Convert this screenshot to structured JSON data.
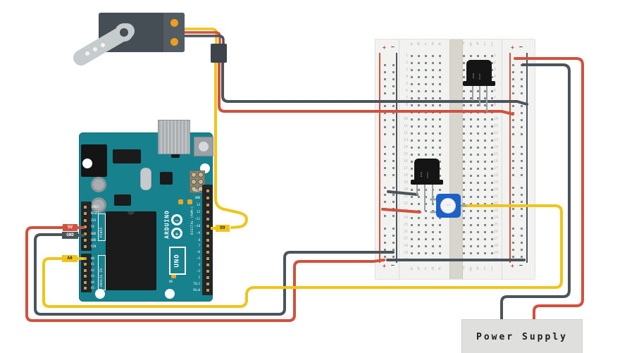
{
  "colors": {
    "wire_red": "#d0513e",
    "wire_dark": "#4a555b",
    "wire_yellow": "#efc51c",
    "board_teal": "#18818e",
    "pot_blue": "#1d60c6"
  },
  "tags": {
    "five_v": "5V",
    "gnd": "GND",
    "a0": "A0",
    "d9": "D9"
  },
  "arduino": {
    "logo": "ARDUINO",
    "model": "UNO",
    "on_led": "ON",
    "power_group_label": "POWER",
    "analog_group_label": "ANALOG IN",
    "digital_group_label": "DIGITAL (PWM~)",
    "power_pins": [
      "IOREF",
      "RESET",
      "3V3",
      "5V",
      "GND",
      "GND",
      "VIN"
    ],
    "analog_pins": [
      "A0",
      "A1",
      "A2",
      "A3",
      "A4",
      "A5"
    ],
    "digital_pins_top": [
      "AREF",
      "GND",
      "13",
      "12",
      "~11",
      "~10",
      "~9",
      "8"
    ],
    "digital_pins_bottom": [
      "7",
      "~6",
      "~5",
      "4",
      "~3",
      "2",
      "TX▸1",
      "RX◂0"
    ],
    "logo_minus": "−",
    "logo_plus": "+"
  },
  "breadboard": {
    "left_columns": [
      "a",
      "b",
      "c",
      "d",
      "e"
    ],
    "right_columns": [
      "f",
      "g",
      "h",
      "i",
      "j"
    ],
    "rows": [
      1,
      2,
      3,
      4,
      5,
      6,
      7,
      8,
      9,
      10,
      11,
      12,
      13,
      14,
      15,
      16,
      17,
      18,
      19,
      20,
      21,
      22,
      23,
      24,
      25,
      26,
      27,
      28,
      29,
      30
    ],
    "plus": "+",
    "minus": "−"
  },
  "transistors": [
    {
      "marking_lines": [
        "P2N",
        "2222"
      ]
    },
    {
      "marking_lines": [
        "P2N",
        "2222"
      ]
    }
  ],
  "power_supply": {
    "label": "Power Supply"
  }
}
